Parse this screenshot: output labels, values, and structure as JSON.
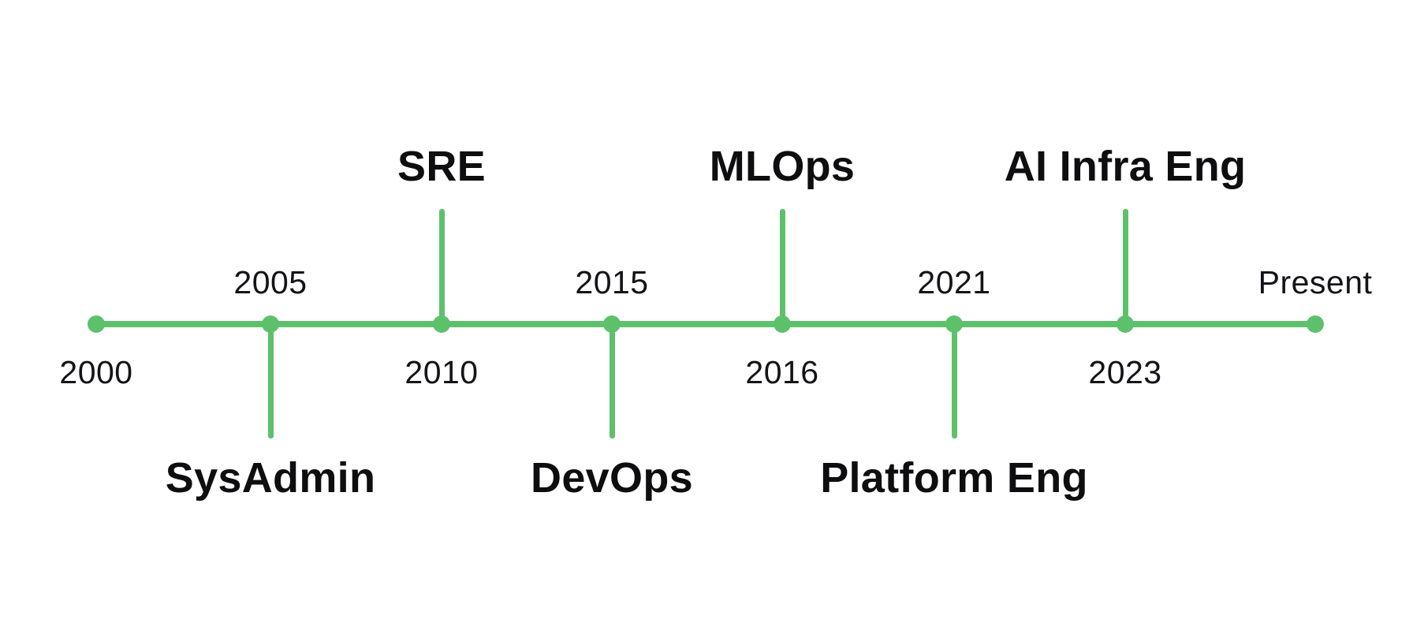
{
  "diagram": {
    "type": "timeline",
    "orientation": "horizontal",
    "colors": {
      "accent_green": "#5dc16c",
      "label_text": "#141418",
      "role_text": "#0e0e10",
      "background": "#ffffff"
    },
    "milestones": [
      {
        "year": "2000",
        "year_position": "below",
        "role": "",
        "role_position": ""
      },
      {
        "year": "2005",
        "year_position": "above",
        "role": "SysAdmin",
        "role_position": "below"
      },
      {
        "year": "2010",
        "year_position": "below",
        "role": "SRE",
        "role_position": "above"
      },
      {
        "year": "2015",
        "year_position": "above",
        "role": "DevOps",
        "role_position": "below"
      },
      {
        "year": "2016",
        "year_position": "below",
        "role": "MLOps",
        "role_position": "above"
      },
      {
        "year": "2021",
        "year_position": "above",
        "role": "Platform Eng",
        "role_position": "below"
      },
      {
        "year": "2023",
        "year_position": "below",
        "role": "AI Infra Eng",
        "role_position": "above"
      },
      {
        "year": "Present",
        "year_position": "above",
        "role": "",
        "role_position": ""
      }
    ]
  }
}
